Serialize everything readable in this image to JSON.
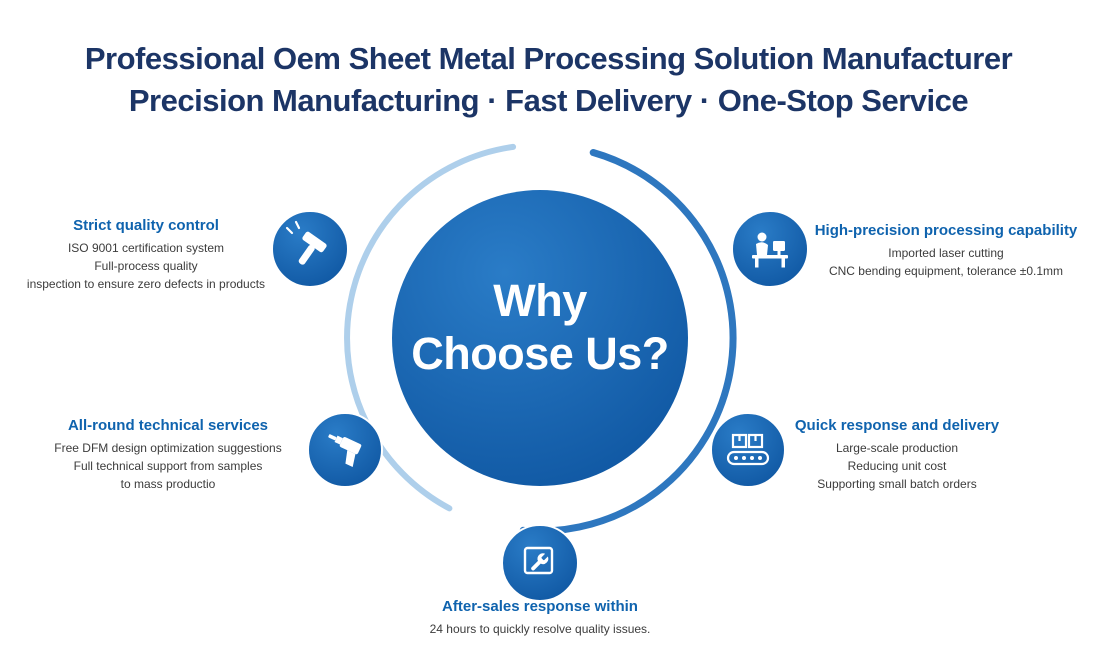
{
  "header": {
    "line1": "Professional Oem Sheet Metal Processing Solution Manufacturer",
    "line2": "Precision Manufacturing · Fast Delivery · One-Stop Service"
  },
  "center": {
    "line1": "Why",
    "line2": "Choose Us?"
  },
  "features": [
    {
      "id": "strict-quality-control",
      "icon": "hammer-icon",
      "title": "Strict quality control",
      "body": "ISO 9001 certification system\nFull-process quality\ninspection to ensure zero defects in products"
    },
    {
      "id": "high-precision-processing",
      "icon": "engineer-desk-icon",
      "title": "High-precision processing capability",
      "body": "Imported laser cutting\nCNC bending equipment, tolerance ±0.1mm"
    },
    {
      "id": "all-round-technical-services",
      "icon": "drill-icon",
      "title": "All-round technical services",
      "body": "Free DFM design optimization suggestions\nFull technical support from samples\nto mass productio"
    },
    {
      "id": "quick-response-delivery",
      "icon": "conveyor-icon",
      "title": "Quick response and delivery",
      "body": "Large-scale production\nReducing unit cost\nSupporting small batch orders"
    },
    {
      "id": "after-sales",
      "icon": "wrench-box-icon",
      "title": "After-sales response within",
      "body": "24 hours to quickly resolve quality issues."
    }
  ],
  "colors": {
    "title_navy": "#1c3566",
    "accent_blue": "#0f63ae",
    "circle_blue_light": "#2a7cc7",
    "circle_blue_dark": "#0e55a0",
    "arc_light": "#aecfeb",
    "arc_blue": "#2e77bf",
    "body_text": "#3c3c3c"
  }
}
